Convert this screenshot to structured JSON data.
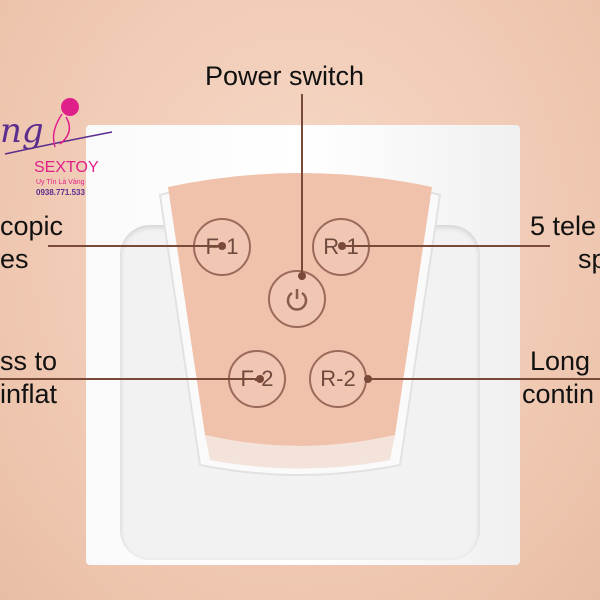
{
  "labels": {
    "power": "Power switch",
    "left_top": [
      "copic",
      "es"
    ],
    "left_bottom": [
      "ss to",
      "inflat"
    ],
    "right_top": [
      "5 tele",
      "sp"
    ],
    "right_bottom": [
      "Long",
      "contin"
    ]
  },
  "buttons": {
    "f1": "F-1",
    "r1": "R-1",
    "f2": "F-2",
    "r2": "R-2"
  },
  "logo": {
    "script": "ng",
    "brand": "SEXTOY",
    "tagline": "Uy Tín Là Vàng",
    "phone": "0938.771.533"
  },
  "colors": {
    "plate": "#f0c2ac",
    "line": "#7a4a38",
    "brand": "#e0208a",
    "brand2": "#5b2d8e"
  }
}
